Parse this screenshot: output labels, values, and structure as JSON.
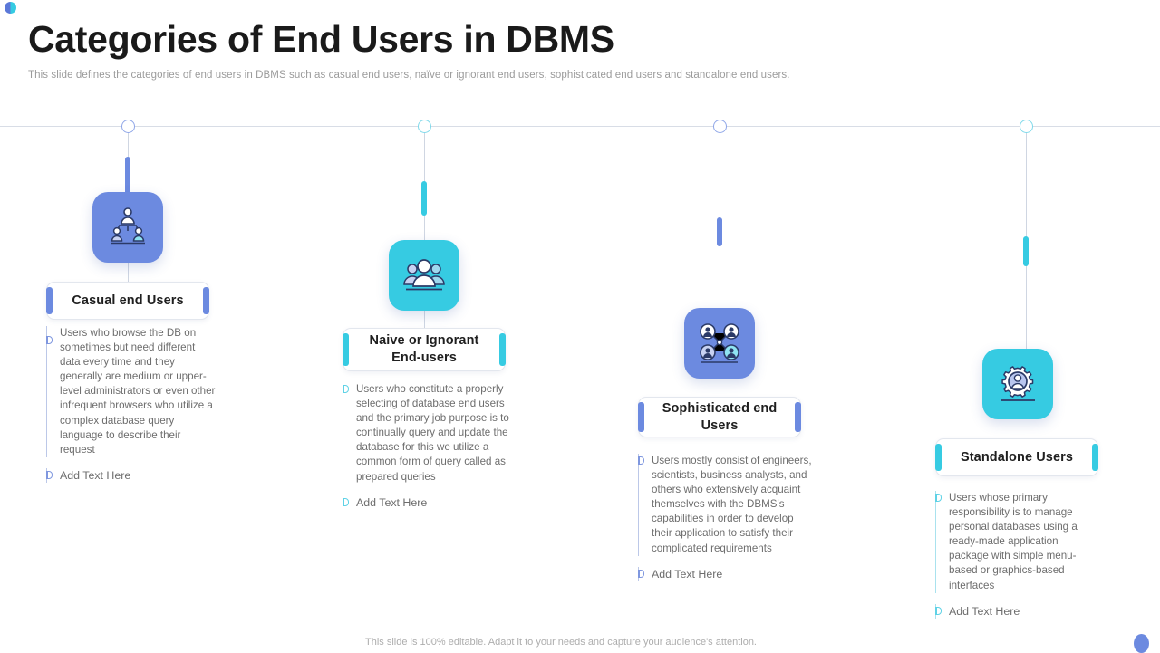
{
  "header": {
    "title": "Categories of End Users in DBMS",
    "subtitle": "This slide defines the categories of end users in DBMS such as casual end users, naïve  or ignorant end users, sophisticated end users and standalone  end users."
  },
  "footer": {
    "note": "This slide is 100% editable. Adapt it to your needs and capture your audience's attention."
  },
  "theme": {
    "blue": "#6c8ae0",
    "cyan": "#36cbe2",
    "rail": "#d8dde6",
    "title_color": "#1a1a1a",
    "body_color": "#6d6d6d"
  },
  "columns": [
    {
      "title": "Casual end Users",
      "body": "Users who browse  the DB on sometimes but need different data every  time and they generally  are medium or upper-level  administrators or even  other infrequent browsers  who utilize a complex database  query language  to describe their request",
      "add_text": "Add Text Here",
      "accent": "blue",
      "icon": "people-hierarchy-icon"
    },
    {
      "title": "Naive or Ignorant End-users",
      "body": "Users who constitute a properly  selecting of database end users and the primary  job purpose is to continually  query and update the database for this we utilize a common form of query called as prepared queries",
      "add_text": "Add Text Here",
      "accent": "cyan",
      "icon": "people-group-icon"
    },
    {
      "title": "Sophisticated end Users",
      "body": "Users mostly consist of engineers, scientists, business analysts, and others who extensively  acquaint themselves  with the DBMS's capabilities in order  to develop their application to satisfy their complicated requirements",
      "add_text": "Add Text Here",
      "accent": "blue",
      "icon": "people-network-icon"
    },
    {
      "title": "Standalone Users",
      "body": "Users whose  primary responsibility is to manage personal databases  using a ready-made  application package with simple menu-based or graphics-based interfaces",
      "add_text": "Add Text Here",
      "accent": "cyan",
      "icon": "gear-user-icon"
    }
  ]
}
